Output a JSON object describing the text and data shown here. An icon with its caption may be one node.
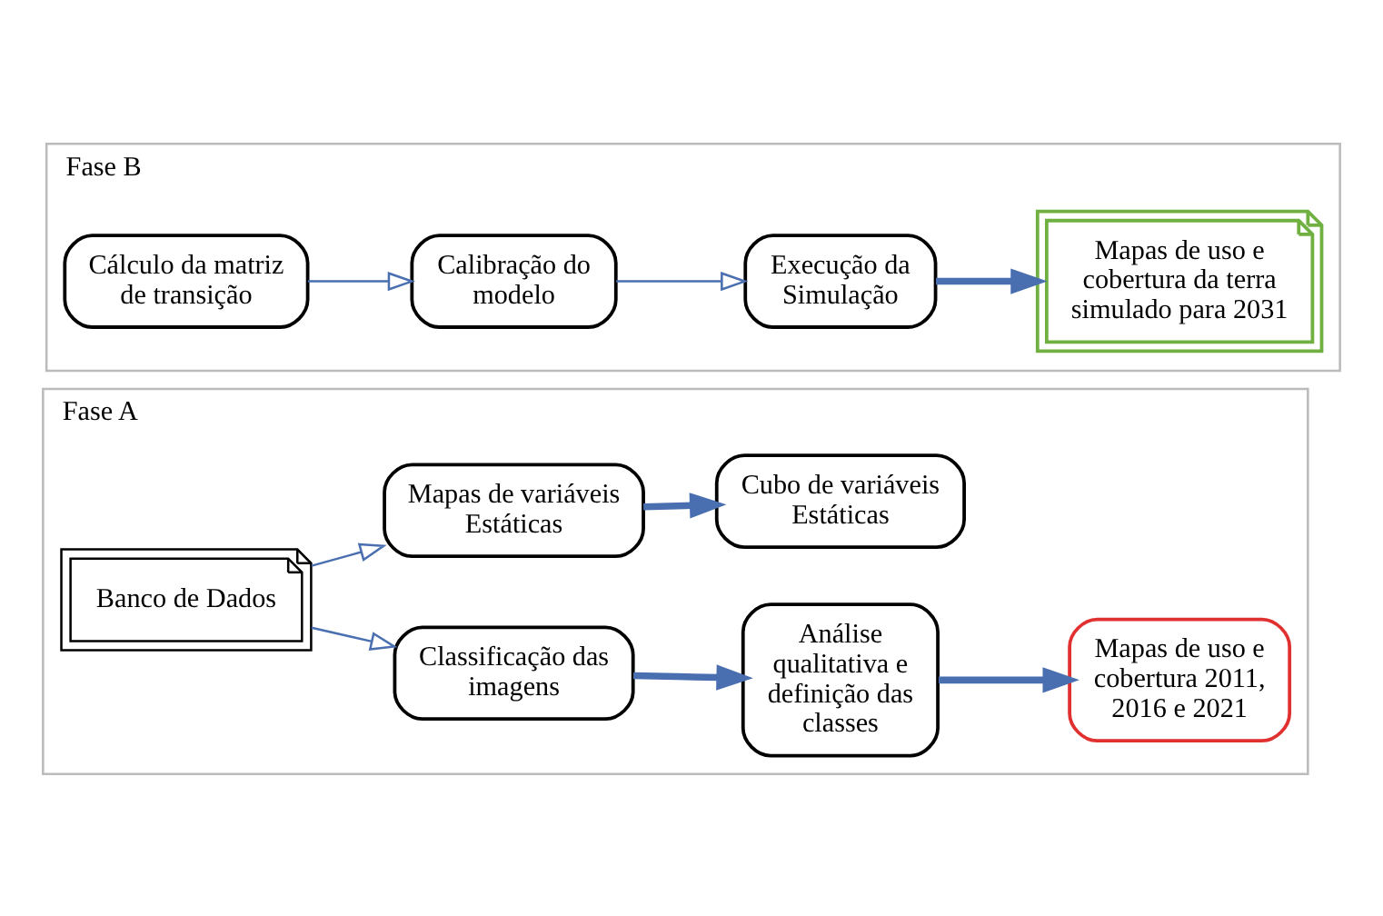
{
  "diagram": {
    "nodes": [
      {
        "text": [
          "Fase A"
        ]
      },
      {
        "text": [
          "Banco de Dados"
        ],
        "in": 0
      },
      {
        "text": [
          "Classificação das imagens"
        ],
        "in": 0
      },
      {
        "text": [
          "Análise qualitativa e definição das classes"
        ],
        "in": 0
      },
      {
        "text": [
          "Mapas de uso e cobertura 2011, 2016 e 2021"
        ],
        "in": 0
      },
      {
        "text": [
          "Mapas de variáveis Estáticas"
        ],
        "in": 0
      },
      {
        "text": [
          "Cubo de variáveis Estáticas"
        ],
        "in": 0
      },
      {
        "text": [
          "Fase B"
        ]
      },
      {
        "text": [
          "Cálculo da matriz de transição"
        ],
        "in": 7
      },
      {
        "text": [
          "Calibração do modelo"
        ],
        "in": 7
      },
      {
        "text": [
          "Execução da Simulação"
        ],
        "in": 7
      },
      {
        "text": [
          "Mapas de uso e cobertura da terra simulado para 2031"
        ],
        "in": 7
      }
    ],
    "edges": [
      {
        "from": 1,
        "to": 2,
        "arrow": "to"
      },
      {
        "from": 2,
        "to": 3,
        "arrow": "to",
        "style": "thick"
      },
      {
        "from": 3,
        "to": 4,
        "arrow": "to",
        "style": "thick"
      },
      {
        "from": 1,
        "to": 5,
        "arrow": "to"
      },
      {
        "from": 5,
        "to": 6,
        "arrow": "to",
        "style": "thick"
      },
      {
        "from": 8,
        "to": 9,
        "arrow": "to"
      },
      {
        "from": 9,
        "to": 10,
        "arrow": "to"
      },
      {
        "from": 10,
        "to": 11,
        "arrow": "to",
        "style": "thick"
      }
    ]
  }
}
